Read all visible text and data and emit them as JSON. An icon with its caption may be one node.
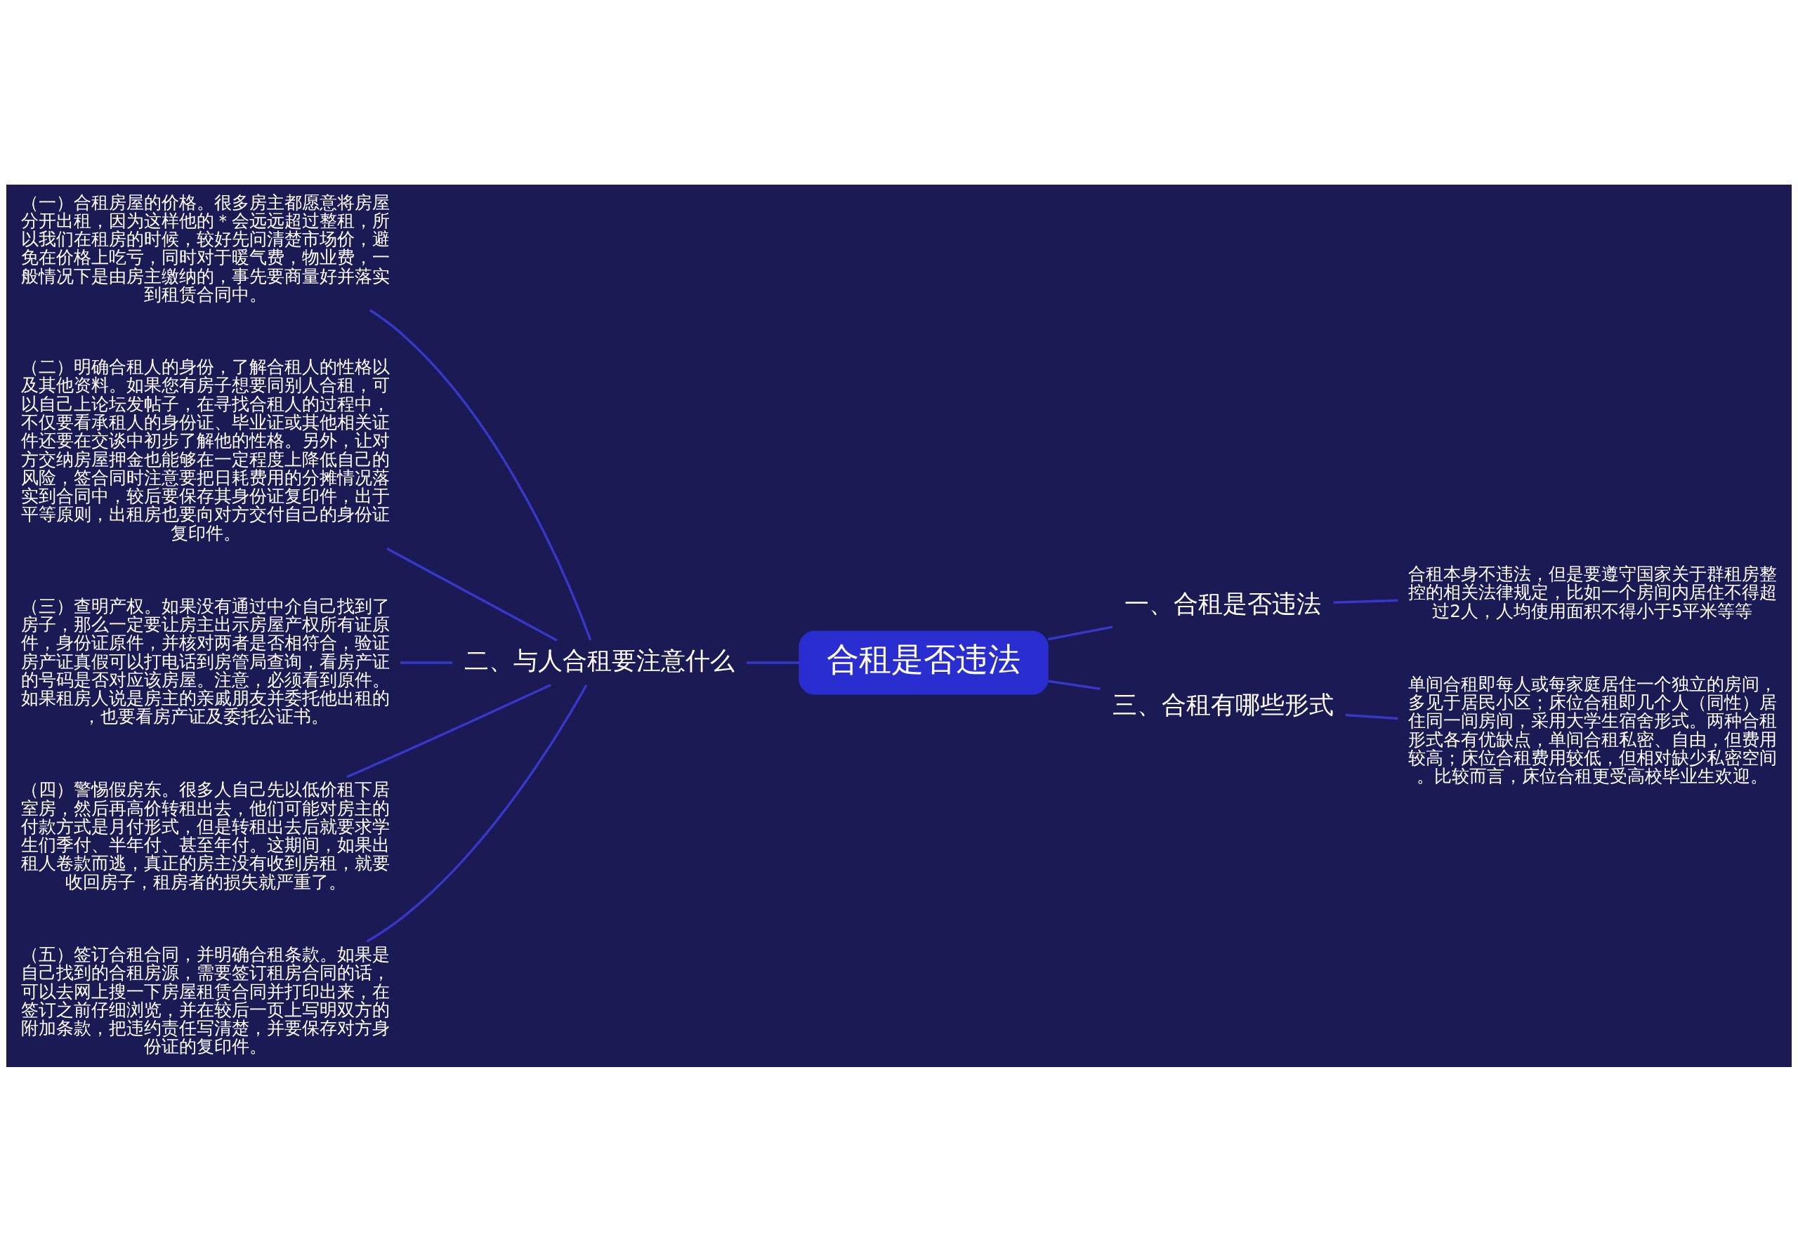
{
  "diagram": {
    "nodes": [
      {
        "text": [
          "合租是否违法"
        ]
      },
      {
        "text": [
          "一、合租是否违法"
        ]
      },
      {
        "text": [
          "合租本身不违法，但是要遵守国家关于群租房整控的相关法律规定，比如一个房间内居住不得超过2人，人均使用面积不得小于5平米等等"
        ]
      },
      {
        "text": [
          "二、与人合租要注意什么"
        ]
      },
      {
        "text": [
          "（一）合租房屋的价格。很多房主都愿意将房屋分开出租，因为这样他的＊会远远超过整租，所以我们在租房的时候，较好先问清楚市场价，避免在价格上吃亏，同时对于暖气费，物业费，一般情况下是由房主缴纳的，事先要商量好并落实到租赁合同中。"
        ]
      },
      {
        "text": [
          "（二）明确合租人的身份，了解合租人的性格以及其他资料。如果您有房子想要同别人合租，可以自己上论坛发帖子，在寻找合租人的过程中，不仅要看承租人的身份证、毕业证或其他相关证件还要在交谈中初步了解他的性格。另外，让对方交纳房屋押金也能够在一定程度上降低自己的风险，签合同时注意要把日耗费用的分摊情况落实到合同中，较后要保存其身份证复印件，出于平等原则，出租房也要向对方交付自己的身份证复印件。"
        ]
      },
      {
        "text": [
          "（三）查明产权。如果没有通过中介自己找到了房子，那么一定要让房主出示房屋产权所有证原件，身份证原件，并核对两者是否相符合，验证房产证真假可以打电话到房管局查询，看房产证的号码是否对应该房屋。注意，必须看到原件。如果租房人说是房主的亲戚朋友并委托他出租的，也要看房产证及委托公证书。"
        ]
      },
      {
        "text": [
          "（四）警惕假房东。很多人自己先以低价租下居室房，然后再高价转租出去，他们可能对房主的付款方式是月付形式，但是转租出去后就要求学生们季付、半年付、甚至年付。这期间，如果出租人卷款而逃，真正的房主没有收到房租，就要收回房子，租房者的损失就严重了。"
        ]
      },
      {
        "text": [
          "（五）签订合租合同，并明确合租条款。如果是自己找到的合租房源，需要签订租房合同的话，可以去网上搜一下房屋租赁合同并打印出来，在签订之前仔细浏览，并在较后一页上写明双方的附加条款，把违约责任写清楚，并要保存对方身份证的复印件。"
        ]
      },
      {
        "text": [
          "三、合租有哪些形式"
        ]
      },
      {
        "text": [
          "单间合租即每人或每家庭居住一个独立的房间，多见于居民小区；床位合租即几个人（同性）居住同一间房间，采用大学生宿舍形式。两种合租形式各有优缺点，单间合租私密、自由，但费用较高；床位合租费用较低，但相对缺少私密空间。比较而言，床位合租更受高校毕业生欢迎。"
        ]
      }
    ],
    "edges": [
      {
        "from": 0,
        "to": 1,
        "arrow": "none"
      },
      {
        "from": 1,
        "to": 2,
        "arrow": "none"
      },
      {
        "from": 0,
        "to": 3,
        "arrow": "none"
      },
      {
        "from": 3,
        "to": 4,
        "arrow": "none"
      },
      {
        "from": 3,
        "to": 5,
        "arrow": "none"
      },
      {
        "from": 3,
        "to": 6,
        "arrow": "none"
      },
      {
        "from": 3,
        "to": 7,
        "arrow": "none"
      },
      {
        "from": 3,
        "to": 8,
        "arrow": "none"
      },
      {
        "from": 0,
        "to": 9,
        "arrow": "none"
      },
      {
        "from": 9,
        "to": 10,
        "arrow": "none"
      }
    ]
  }
}
